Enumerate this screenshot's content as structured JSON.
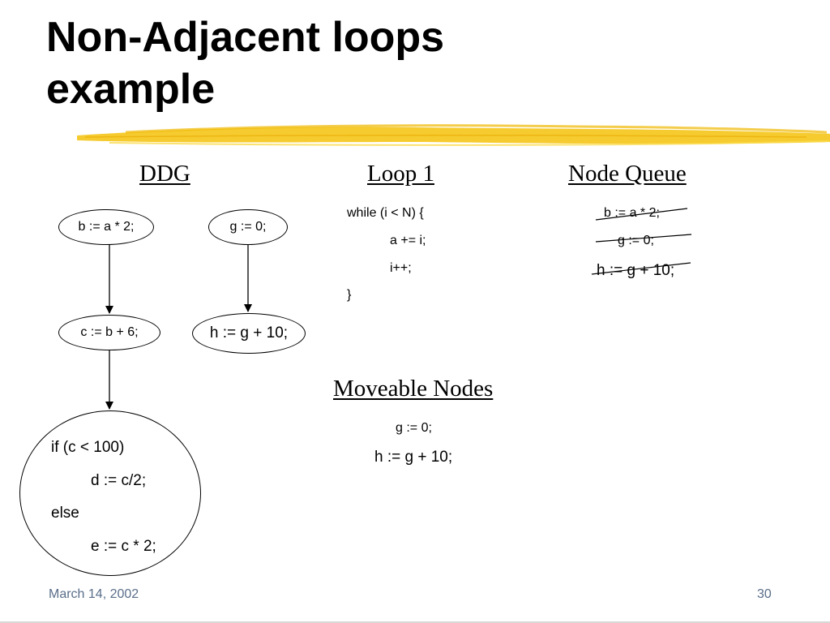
{
  "slide": {
    "title_line1": "Non-Adjacent loops",
    "title_line2": "example",
    "accent_color": "#F5C518",
    "footer_date": "March 14, 2002",
    "page_number": "30"
  },
  "ddg": {
    "header": "DDG",
    "nodes": {
      "b": "b := a * 2;",
      "g": "g := 0;",
      "c": "c := b + 6;",
      "h": "h := g + 10;",
      "if_line1": "if (c < 100)",
      "if_line2": "d := c/2;",
      "if_line3": "else",
      "if_line4": "e := c * 2;"
    }
  },
  "loop": {
    "header": "Loop 1",
    "lines": [
      "while (i < N) {",
      "a += i;",
      "i++;",
      "}"
    ]
  },
  "queue": {
    "header": "Node Queue",
    "items": [
      "b := a * 2;",
      "g := 0;",
      "h := g + 10;"
    ]
  },
  "moveable": {
    "header": "Moveable Nodes",
    "items": [
      "g := 0;",
      "h := g + 10;"
    ]
  }
}
